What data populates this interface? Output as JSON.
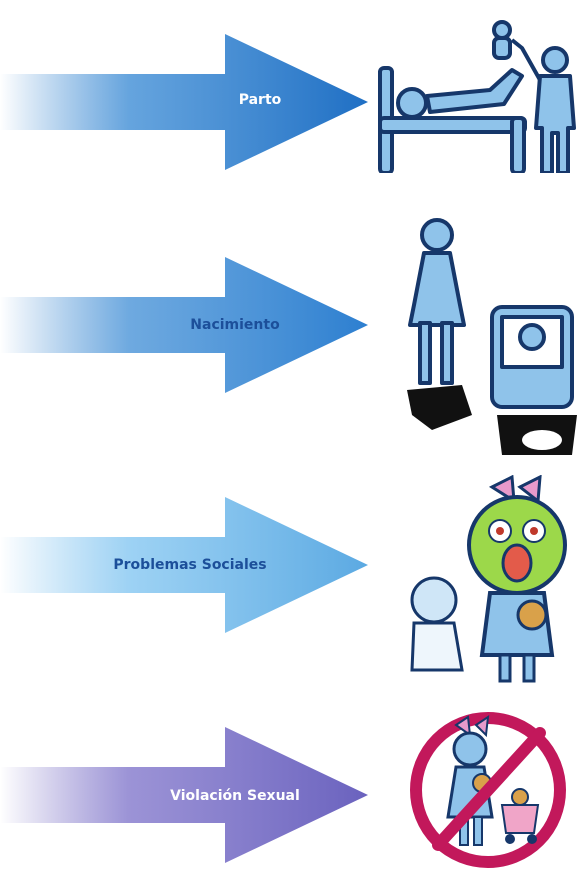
{
  "rows": [
    {
      "label": "Parto",
      "icon": "hospital-birth-icon",
      "arrow_color": "#3a86cf",
      "label_color": "#ffffff"
    },
    {
      "label": "Nacimiento",
      "icon": "mother-and-baby-icon",
      "arrow_color": "#3a86cf",
      "label_color": "#1c4f9a"
    },
    {
      "label": "Problemas Sociales",
      "icon": "crying-child-icon",
      "arrow_color": "#6cb6e8",
      "label_color": "#1c4f9a"
    },
    {
      "label": "Violación Sexual",
      "icon": "prohibited-child-icon",
      "arrow_color": "#7a70c4",
      "label_color": "#ffffff"
    }
  ]
}
